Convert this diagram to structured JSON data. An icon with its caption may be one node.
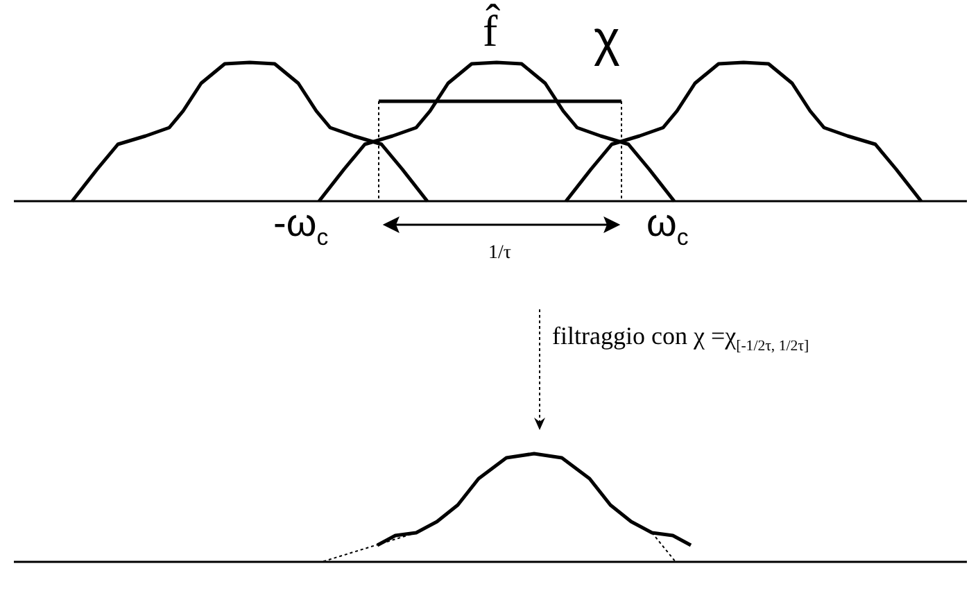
{
  "diagram": {
    "nodes": [
      {
        "text": [],
        "shape": "picture"
      },
      {
        "text": [],
        "shape": "picture"
      }
    ],
    "edges": [
      {
        "from": 0,
        "to": 1,
        "arrow": "to",
        "style": "dashed",
        "label": "filtraggio con χ =χ$_{[-1/2τ, 1/2τ]}$"
      }
    ],
    "labels": [
      "f̂",
      "χ",
      "-ω$_{c}$",
      "ω$_{c}$",
      "1/τ"
    ]
  }
}
